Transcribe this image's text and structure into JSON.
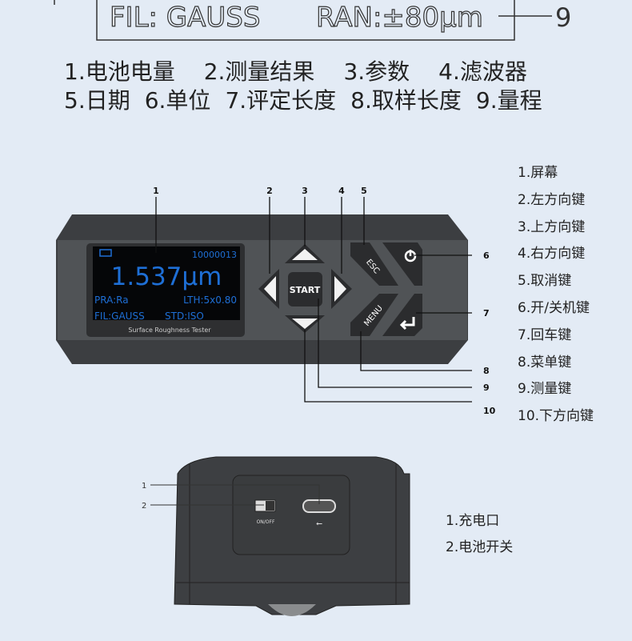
{
  "top_display": {
    "fil": "FIL:  GAUSS",
    "ran": "RAN:±80μm",
    "callout": "9"
  },
  "legend_top": {
    "row1": [
      "1.电池电量",
      "2.测量结果",
      "3.参数",
      "4.滤波器"
    ],
    "row2": [
      "5.日期",
      "6.单位",
      "7.评定长度",
      "8.取样长度",
      "9.量程"
    ]
  },
  "device_front": {
    "screen": {
      "serial": "10000013",
      "value": "1.537μm",
      "param": "PRA:Ra",
      "length": "LTH:5x0.80",
      "filter": "FIL:GAUSS",
      "standard": "STD:ISO"
    },
    "model_label": "Surface Roughness Tester",
    "buttons": {
      "start": "START",
      "esc": "ESC",
      "menu": "MENU"
    },
    "callouts": [
      "1",
      "2",
      "3",
      "4",
      "5",
      "6",
      "7",
      "8",
      "9",
      "10"
    ],
    "labels": [
      "1.屏幕",
      "2.左方向键",
      "3.上方向键",
      "4.右方向键",
      "5.取消键",
      "6.开/关机键",
      "7.回车键",
      "8.菜单键",
      "9.测量键",
      "10.下方向键"
    ]
  },
  "device_bottom": {
    "switch_label": "ON/OFF",
    "callouts": [
      "1",
      "2"
    ],
    "labels": [
      "1.充电口",
      "2.电池开关"
    ]
  },
  "colors": {
    "background": "#e3ebf5",
    "body": "#4b4d50",
    "screen_text": "#1e6fd6"
  }
}
